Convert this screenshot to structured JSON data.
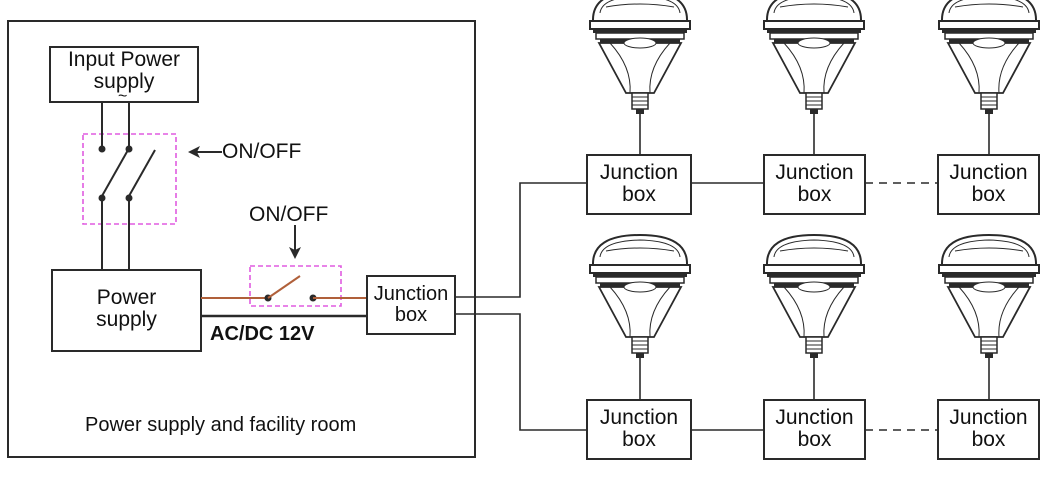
{
  "room": {
    "caption": "Power supply and facility room",
    "input_power_line1": "Input Power",
    "input_power_line2": "supply",
    "ac_symbol": "~",
    "power_supply_line1": "Power",
    "power_supply_line2": "supply",
    "voltage_label": "AC/DC 12V",
    "switch1_label": "ON/OFF",
    "switch2_label": "ON/OFF",
    "room_junction_line1": "Junction",
    "room_junction_line2": "box"
  },
  "junction_boxes": [
    {
      "line1": "Junction",
      "line2": "box"
    },
    {
      "line1": "Junction",
      "line2": "box"
    },
    {
      "line1": "Junction",
      "line2": "box"
    },
    {
      "line1": "Junction",
      "line2": "box"
    },
    {
      "line1": "Junction",
      "line2": "box"
    },
    {
      "line1": "Junction",
      "line2": "box"
    }
  ],
  "colors": {
    "line": "#2a2a2a",
    "switch_outline": "#e05be0",
    "switch_wire": "#b0603a"
  }
}
